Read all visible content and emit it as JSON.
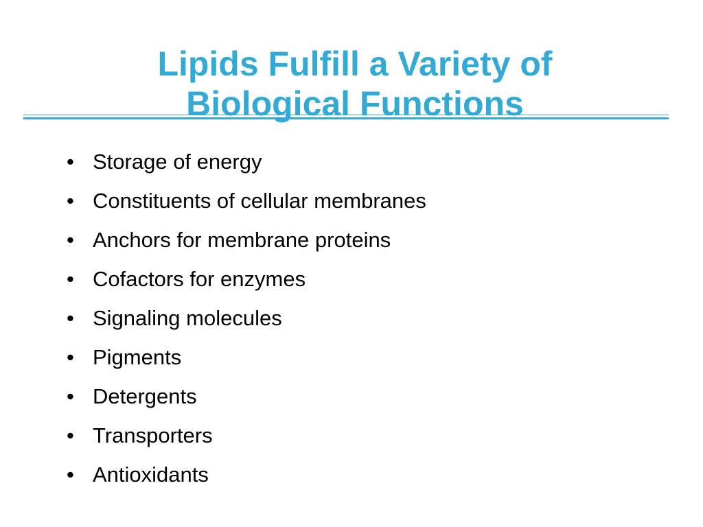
{
  "slide": {
    "title_lines": [
      "Lipids Fulfill a Variety of",
      "Biological Functions"
    ],
    "bullet_glyph": "•",
    "items": [
      "Storage of energy",
      "Constituents of cellular membranes",
      "Anchors for membrane proteins",
      "Cofactors for enzymes",
      "Signaling molecules",
      "Pigments",
      "Detergents",
      "Transporters",
      "Antioxidants"
    ]
  },
  "colors": {
    "title": "#33a9d6",
    "rule": "#33a9d6",
    "body_text": "#000000",
    "background": "#ffffff"
  }
}
